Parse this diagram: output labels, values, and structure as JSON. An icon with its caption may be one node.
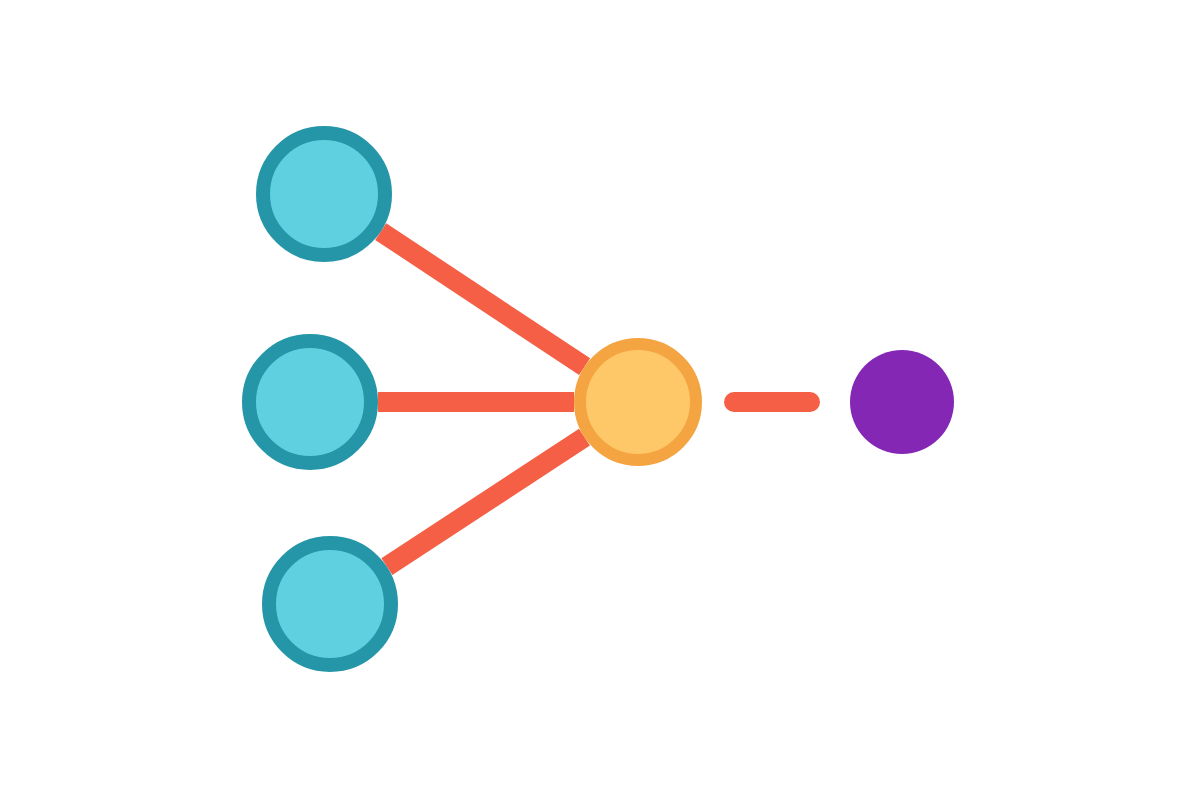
{
  "diagram": {
    "nodes": [
      {
        "text": [],
        "shape": "circle"
      },
      {
        "text": [],
        "shape": "circle"
      },
      {
        "text": [],
        "shape": "circle"
      },
      {
        "text": [],
        "shape": "circle"
      },
      {
        "text": [],
        "shape": "circle"
      }
    ],
    "edges": [
      {
        "from": 0,
        "to": 3,
        "arrow": "none"
      },
      {
        "from": 1,
        "to": 3,
        "arrow": "none"
      },
      {
        "from": 2,
        "to": 3,
        "arrow": "none"
      },
      {
        "from": 3,
        "to": 4,
        "arrow": "none",
        "style": "dashed"
      }
    ]
  }
}
